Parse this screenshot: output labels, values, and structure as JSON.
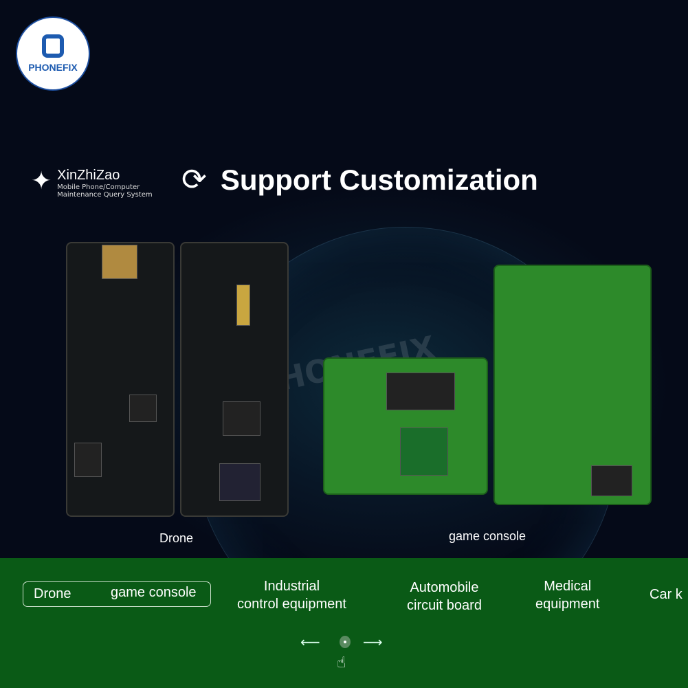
{
  "logo": {
    "text": "PHONEFIX"
  },
  "brand": {
    "name": "XinZhiZao",
    "subtitle_line1": "Mobile Phone/Computer",
    "subtitle_line2": "Maintenance Query System"
  },
  "header": {
    "title": "Support Customization"
  },
  "watermark": "PHONEFIX",
  "captions": {
    "left": "Drone",
    "right": "game console"
  },
  "categories": {
    "selected": [
      "Drone",
      "game console"
    ],
    "items": [
      {
        "line1": "Industrial",
        "line2": "control equipment"
      },
      {
        "line1": "Automobile",
        "line2": "circuit board"
      },
      {
        "line1": "Medical",
        "line2": "equipment"
      },
      {
        "line1": "Car k",
        "line2": ""
      }
    ]
  },
  "nav": {
    "prev": "⟵",
    "next": "⟶",
    "hand": "☝"
  },
  "colors": {
    "bar": "#0a5a16",
    "logo_blue": "#1d5bb0"
  }
}
